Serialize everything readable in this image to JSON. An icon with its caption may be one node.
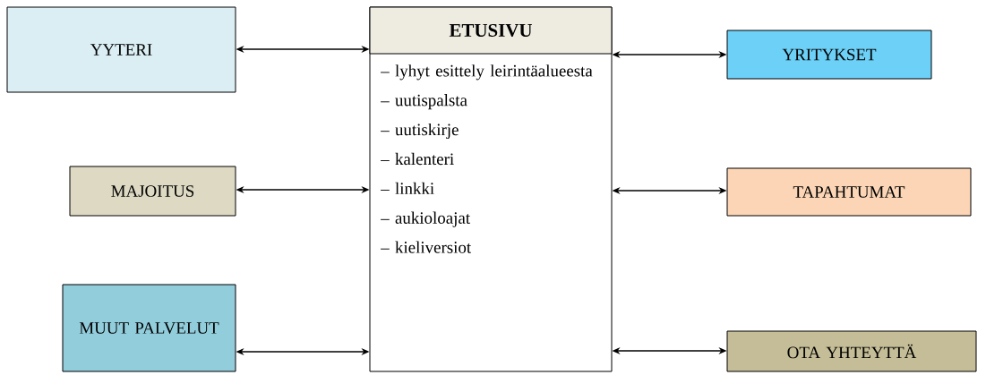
{
  "diagram": {
    "nodes": [
      {
        "text": [
          "YYTERI"
        ]
      },
      {
        "text": [
          "ETUSIVU",
          "– lyhyt esittely leirintäalueesta",
          "– uutispalsta",
          "– uutiskirje",
          "– kalenteri",
          "– linkki",
          "– aukioloajat",
          "– kieliversiot"
        ]
      },
      {
        "text": [
          "YRITYKSET"
        ]
      },
      {
        "text": [
          "MAJOITUS"
        ]
      },
      {
        "text": [
          "TAPAHTUMAT"
        ]
      },
      {
        "text": [
          "MUUT PALVELUT"
        ]
      },
      {
        "text": [
          "OTA YHTEYTTÄ"
        ]
      }
    ],
    "edges": [
      {
        "from": 0,
        "to": 1,
        "arrow": "both"
      },
      {
        "from": 1,
        "to": 2,
        "arrow": "both"
      },
      {
        "from": 3,
        "to": 1,
        "arrow": "both"
      },
      {
        "from": 1,
        "to": 4,
        "arrow": "both"
      },
      {
        "from": 5,
        "to": 1,
        "arrow": "both"
      },
      {
        "from": 1,
        "to": 6,
        "arrow": "both"
      }
    ]
  }
}
